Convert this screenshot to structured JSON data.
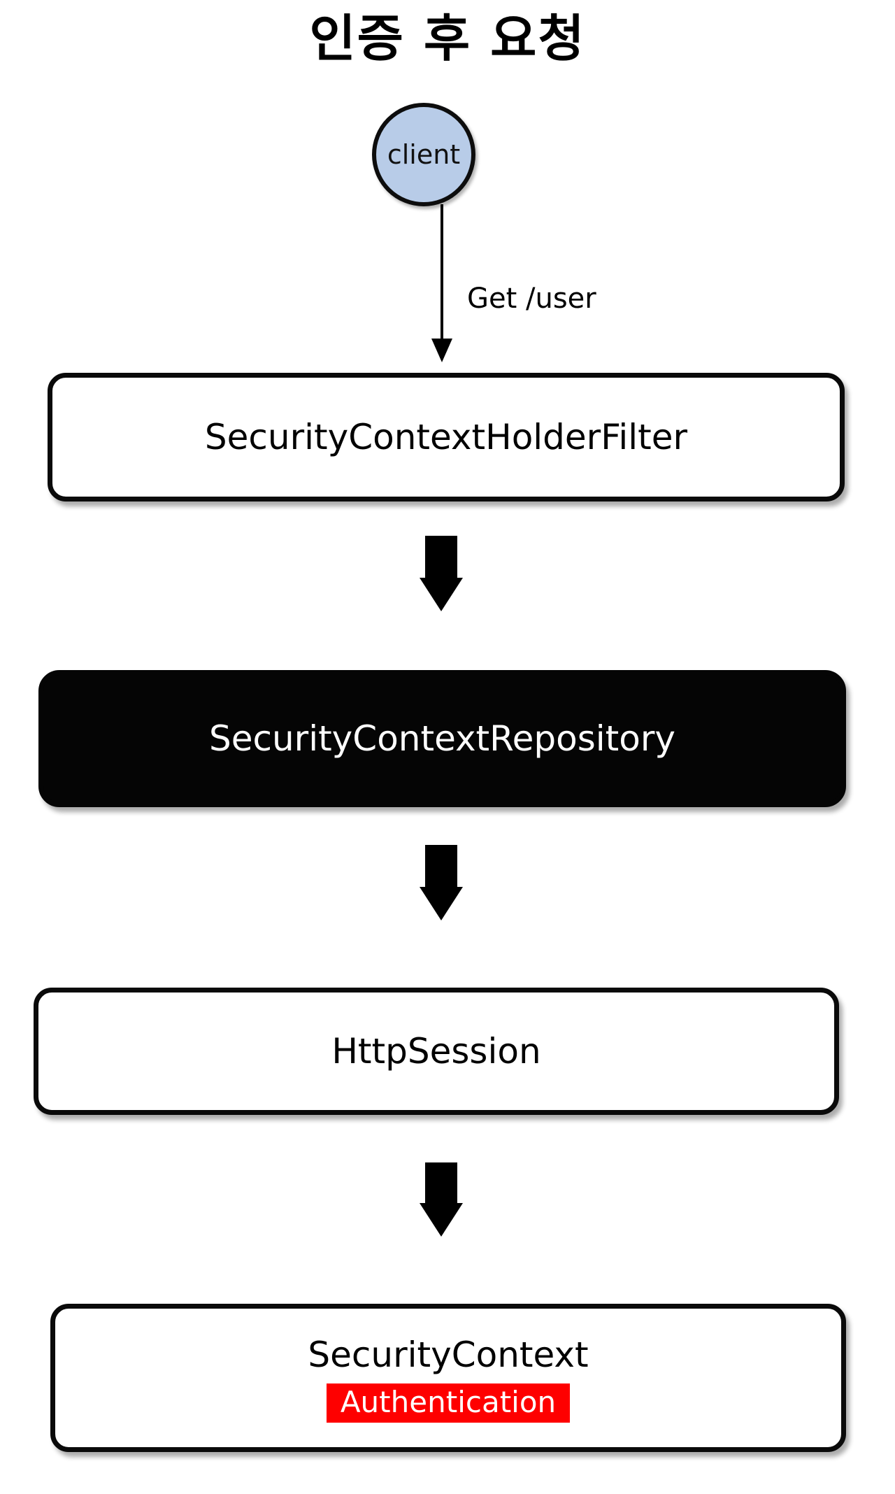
{
  "diagram": {
    "title": "인증 후 요청",
    "type": "flowchart",
    "background_color": "#ffffff",
    "client": {
      "label": "client",
      "shape": "circle",
      "fill_color": "#b8cce8",
      "border_color": "#0d0d0d"
    },
    "request_edge": {
      "label": "Get /user",
      "style": "thin-arrow",
      "color": "#000000"
    },
    "nodes": [
      {
        "id": "security-context-holder-filter",
        "label": "SecurityContextHolderFilter",
        "shape": "rounded-rect",
        "fill_color": "#ffffff",
        "text_color": "#000000",
        "border_color": "#0a0a0a"
      },
      {
        "id": "security-context-repository",
        "label": "SecurityContextRepository",
        "shape": "rounded-rect",
        "fill_color": "#050505",
        "text_color": "#ffffff",
        "border_color": "#050505"
      },
      {
        "id": "http-session",
        "label": "HttpSession",
        "shape": "rounded-rect",
        "fill_color": "#ffffff",
        "text_color": "#000000",
        "border_color": "#0a0a0a"
      },
      {
        "id": "security-context",
        "label": "SecurityContext",
        "shape": "rounded-rect",
        "fill_color": "#ffffff",
        "text_color": "#000000",
        "border_color": "#0a0a0a",
        "badge": {
          "label": "Authentication",
          "background_color": "#fe0000",
          "text_color": "#ffffff"
        }
      }
    ],
    "arrows": [
      {
        "id": "arrow-1",
        "from": "security-context-holder-filter",
        "to": "security-context-repository",
        "style": "block-arrow",
        "direction": "down",
        "color": "#000000"
      },
      {
        "id": "arrow-2",
        "from": "security-context-repository",
        "to": "http-session",
        "style": "block-arrow",
        "direction": "down",
        "color": "#000000"
      },
      {
        "id": "arrow-3",
        "from": "http-session",
        "to": "security-context",
        "style": "block-arrow",
        "direction": "down",
        "color": "#000000"
      }
    ]
  }
}
